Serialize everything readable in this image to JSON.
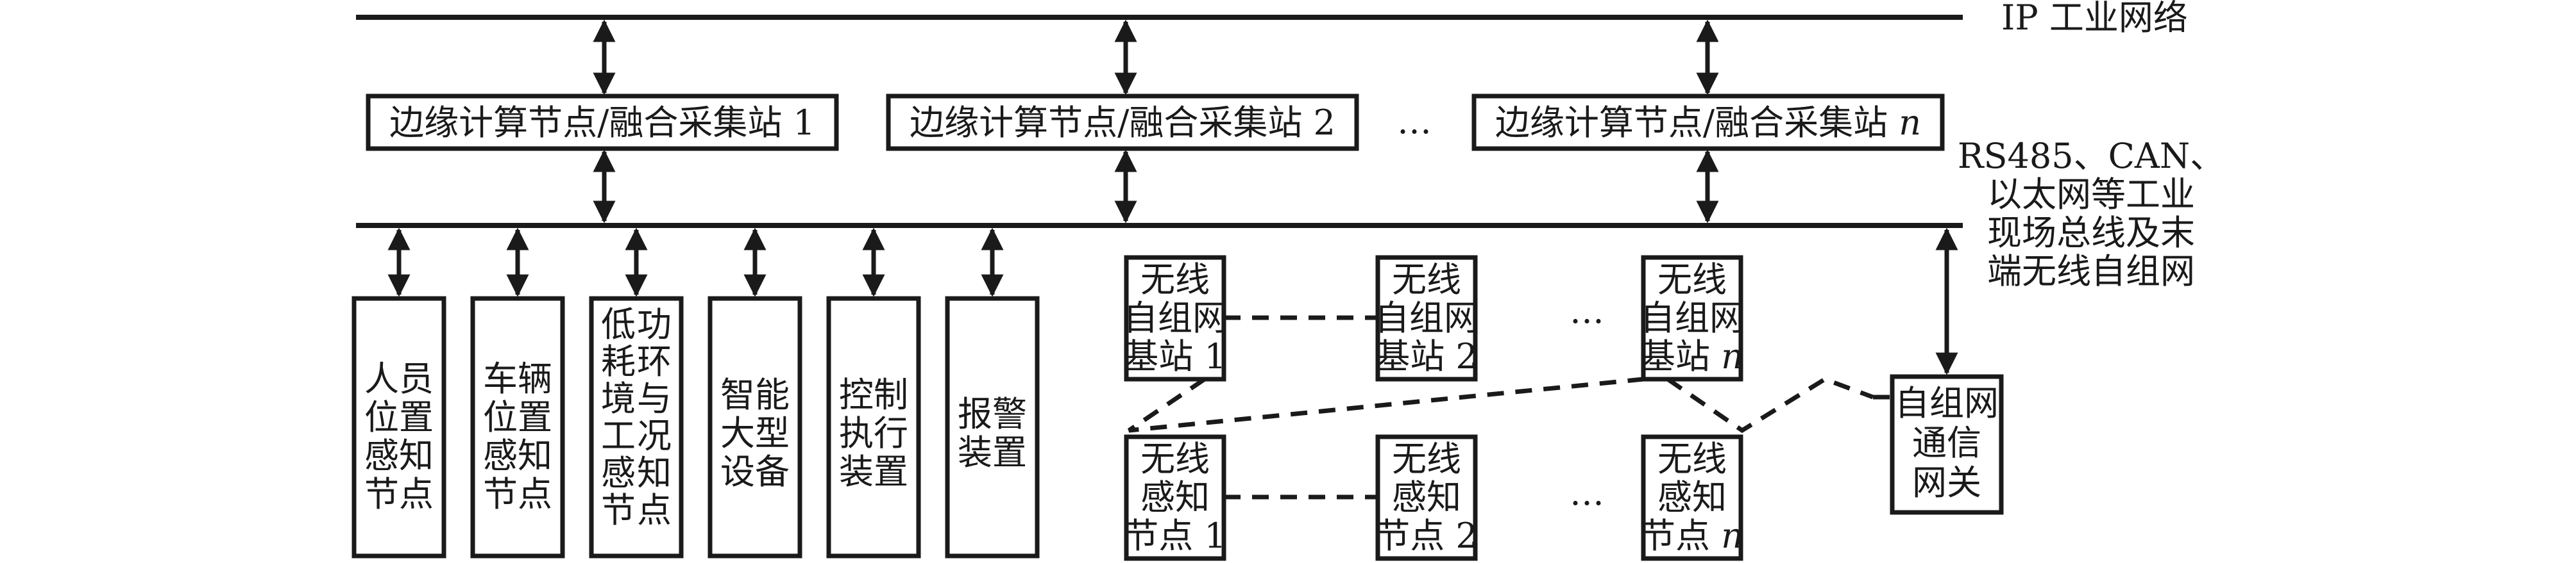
{
  "labels": {
    "ip_network": "IP 工业网络",
    "fieldbus_lines": [
      "RS485、CAN、",
      "以太网等工业",
      "现场总线及末",
      "端无线自组网"
    ],
    "ellipsis": "…"
  },
  "edge_stations": [
    {
      "text": "边缘计算节点/融合采集站 ",
      "suffix": "1",
      "suffix_italic": false
    },
    {
      "text": "边缘计算节点/融合采集站 ",
      "suffix": "2",
      "suffix_italic": false
    },
    {
      "text": "边缘计算节点/融合采集站 ",
      "suffix": "n",
      "suffix_italic": true
    }
  ],
  "field_devices": [
    {
      "columns": [
        [
          "人员",
          "位置",
          "感知",
          "节点"
        ]
      ]
    },
    {
      "columns": [
        [
          "车辆",
          "位置",
          "感知",
          "节点"
        ]
      ]
    },
    {
      "columns": [
        [
          "低",
          "耗",
          "境",
          "工",
          "感",
          "节"
        ],
        [
          "功",
          "环",
          "与",
          "况",
          "知",
          "点"
        ]
      ]
    },
    {
      "columns": [
        [
          "智能",
          "大型",
          "设备"
        ]
      ]
    },
    {
      "columns": [
        [
          "控制",
          "执行",
          "装置"
        ]
      ]
    },
    {
      "columns": [
        [
          "报警",
          "装置"
        ]
      ]
    }
  ],
  "base_stations": [
    {
      "lines": [
        "无线",
        "自组网",
        "基站 "
      ],
      "suffix": "1",
      "suffix_italic": false
    },
    {
      "lines": [
        "无线",
        "自组网",
        "基站 "
      ],
      "suffix": "2",
      "suffix_italic": false
    },
    {
      "lines": [
        "无线",
        "自组网",
        "基站 "
      ],
      "suffix": "n",
      "suffix_italic": true
    }
  ],
  "sensor_nodes": [
    {
      "lines": [
        "无线",
        "感知",
        "节点 "
      ],
      "suffix": "1",
      "suffix_italic": false
    },
    {
      "lines": [
        "无线",
        "感知",
        "节点 "
      ],
      "suffix": "2",
      "suffix_italic": false
    },
    {
      "lines": [
        "无线",
        "感知",
        "节点 "
      ],
      "suffix": "n",
      "suffix_italic": true
    }
  ],
  "gateway": {
    "lines": [
      "自组网",
      "通信",
      "网关"
    ]
  }
}
